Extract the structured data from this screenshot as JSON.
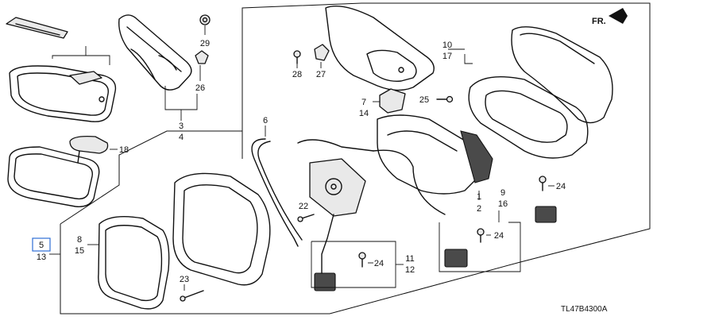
{
  "diagram": {
    "direction_label": "FR.",
    "drawing_code": "TL47B4300A",
    "callouts": [
      {
        "key": "c29",
        "label": "29"
      },
      {
        "key": "c26",
        "label": "26"
      },
      {
        "key": "c3",
        "label": "3"
      },
      {
        "key": "c4",
        "label": "4"
      },
      {
        "key": "c18",
        "label": "18"
      },
      {
        "key": "c28",
        "label": "28"
      },
      {
        "key": "c27",
        "label": "27"
      },
      {
        "key": "c7",
        "label": "7"
      },
      {
        "key": "c14",
        "label": "14"
      },
      {
        "key": "c25",
        "label": "25"
      },
      {
        "key": "c10",
        "label": "10"
      },
      {
        "key": "c17",
        "label": "17"
      },
      {
        "key": "c6",
        "label": "6"
      },
      {
        "key": "c22",
        "label": "22"
      },
      {
        "key": "c1",
        "label": "1"
      },
      {
        "key": "c2",
        "label": "2"
      },
      {
        "key": "c9",
        "label": "9"
      },
      {
        "key": "c16",
        "label": "16"
      },
      {
        "key": "c24a",
        "label": "24"
      },
      {
        "key": "c24b",
        "label": "24"
      },
      {
        "key": "c24c",
        "label": "24"
      },
      {
        "key": "c8",
        "label": "8"
      },
      {
        "key": "c15",
        "label": "15"
      },
      {
        "key": "c5",
        "label": "5"
      },
      {
        "key": "c13",
        "label": "13"
      },
      {
        "key": "c11",
        "label": "11"
      },
      {
        "key": "c12",
        "label": "12"
      },
      {
        "key": "c23",
        "label": "23"
      }
    ]
  }
}
